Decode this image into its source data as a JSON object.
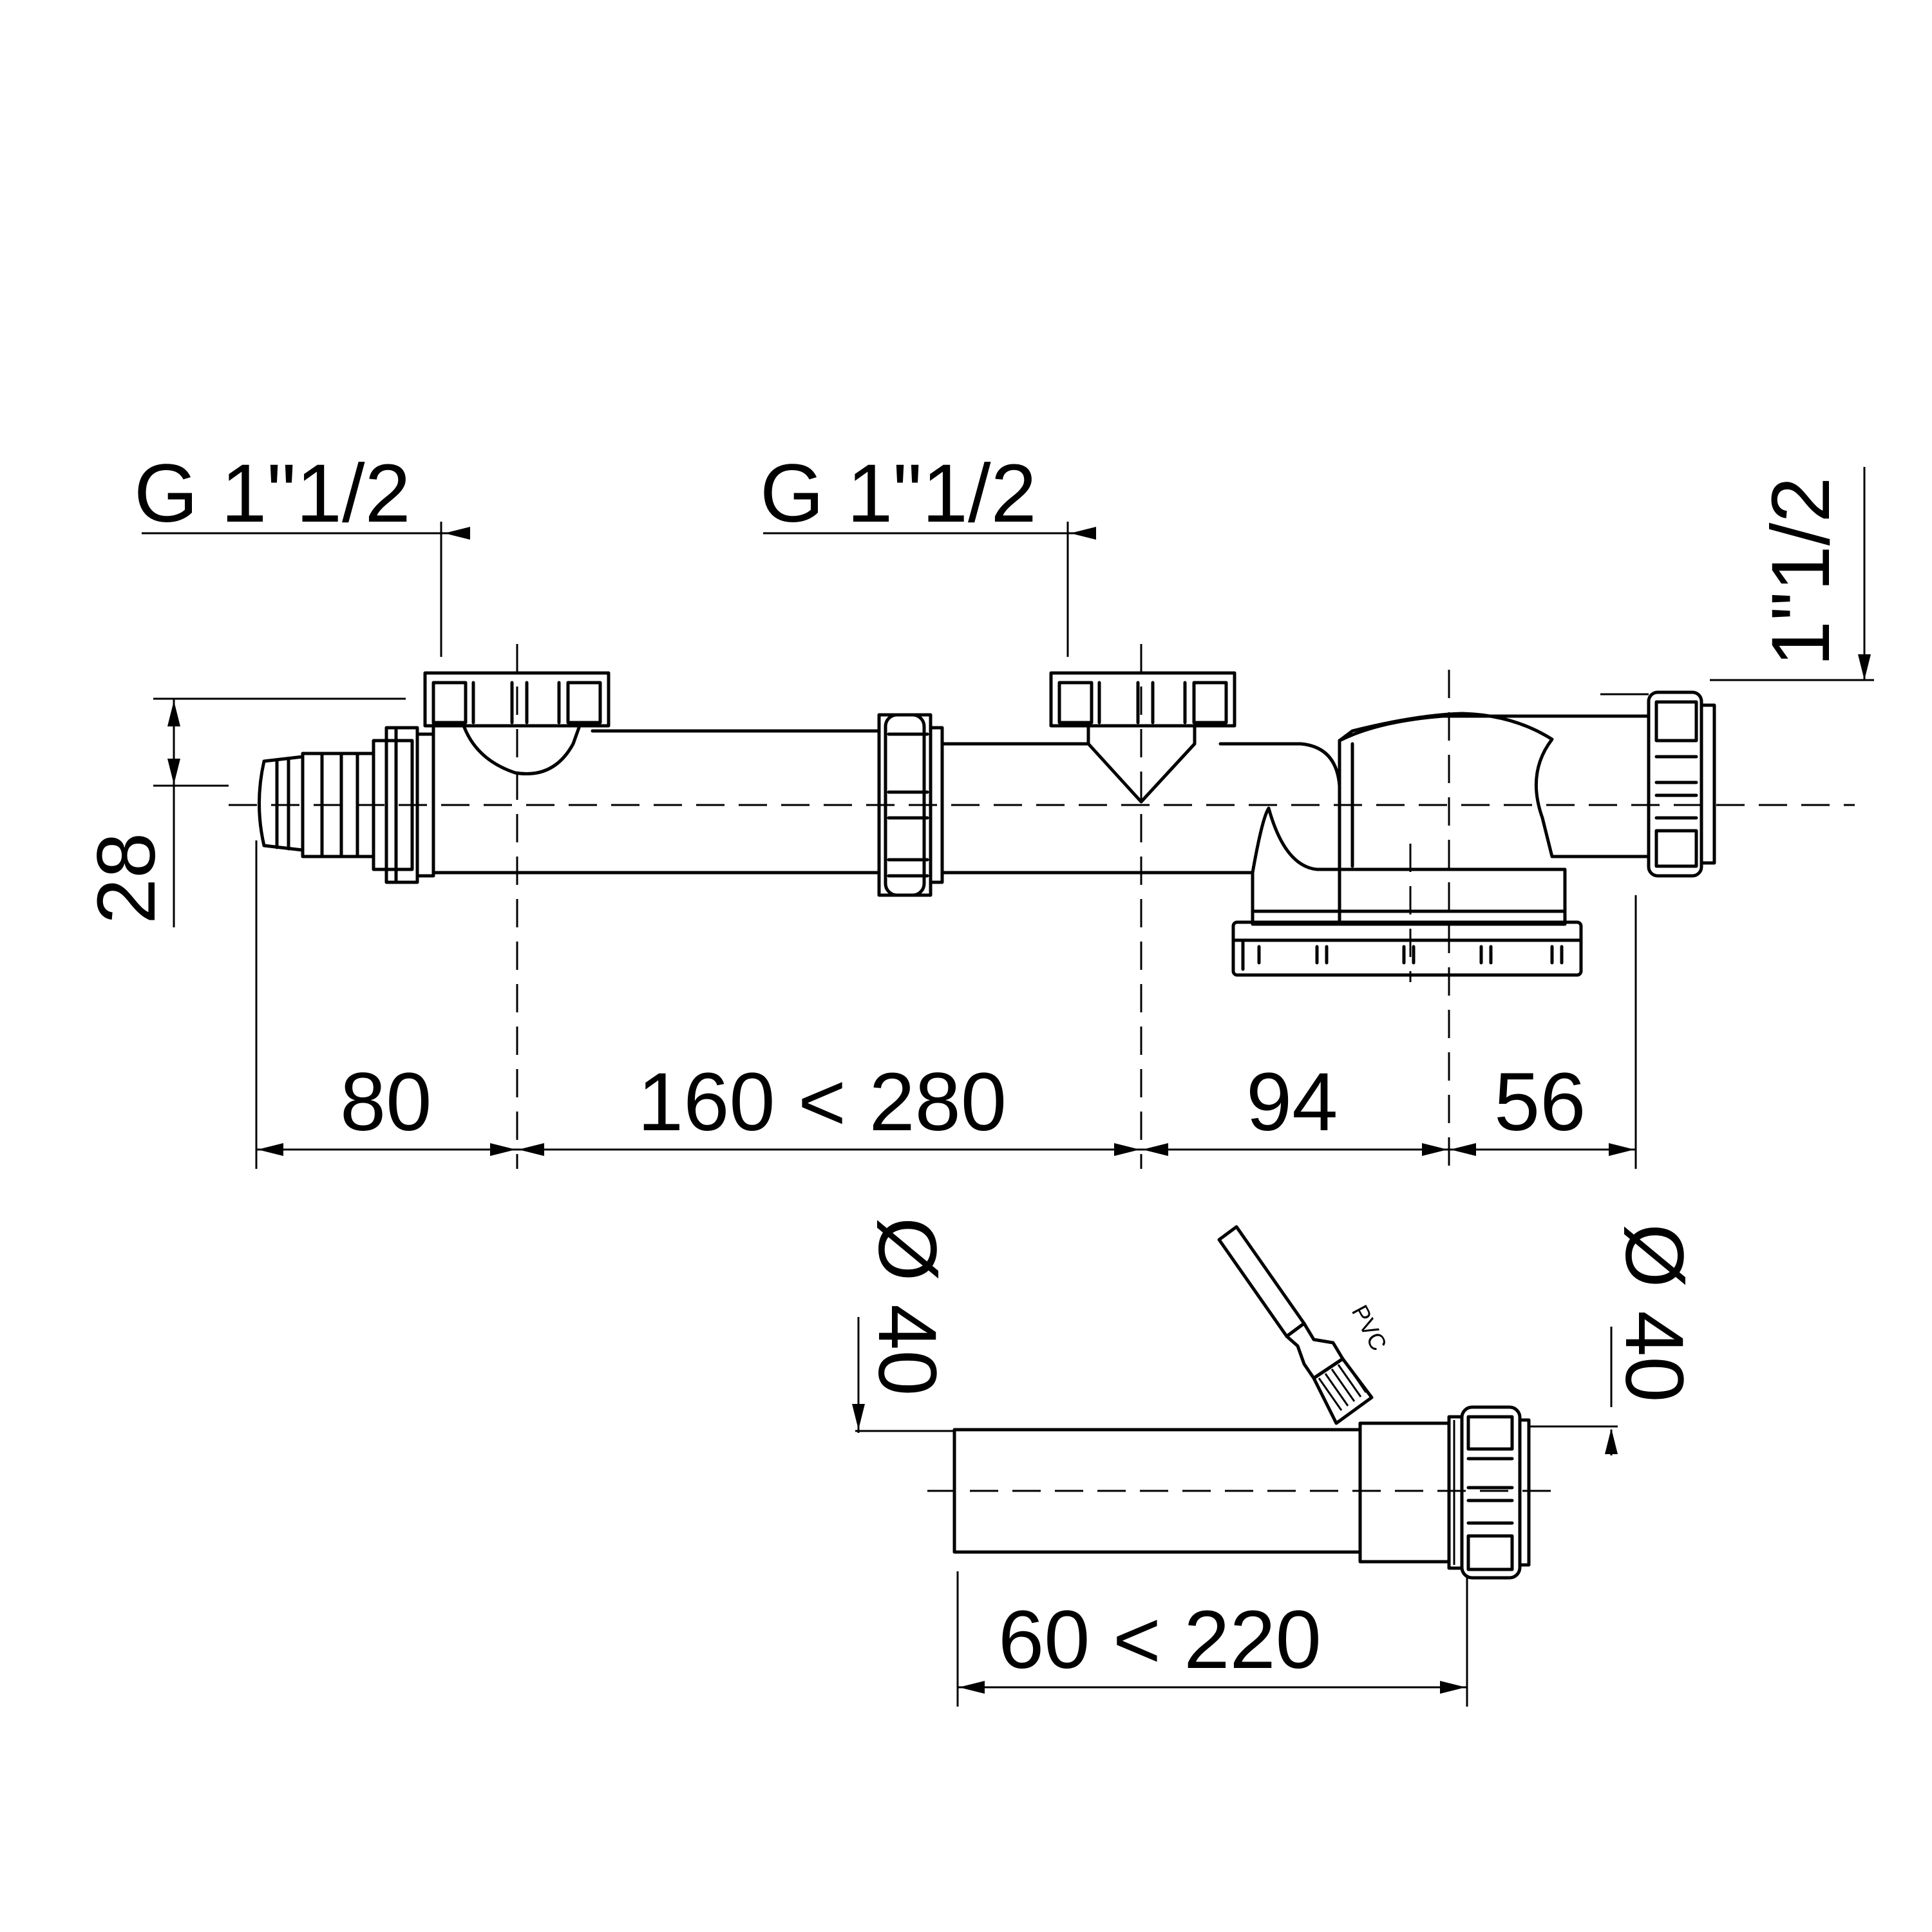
{
  "dimensions": {
    "thread_left": "G 1\"1/2",
    "thread_middle": "G 1\"1/2",
    "outlet_right": "1\"1/2",
    "height_offset": "28",
    "seg_inlet": "80",
    "seg_adjustable": "160 < 280",
    "seg_trap": "94",
    "seg_outlet": "56",
    "pipe_diameter_left": "Ø 40",
    "pipe_diameter_right": "Ø 40",
    "pipe_length": "60 < 220"
  },
  "tool": {
    "brush_label": "PVC"
  }
}
